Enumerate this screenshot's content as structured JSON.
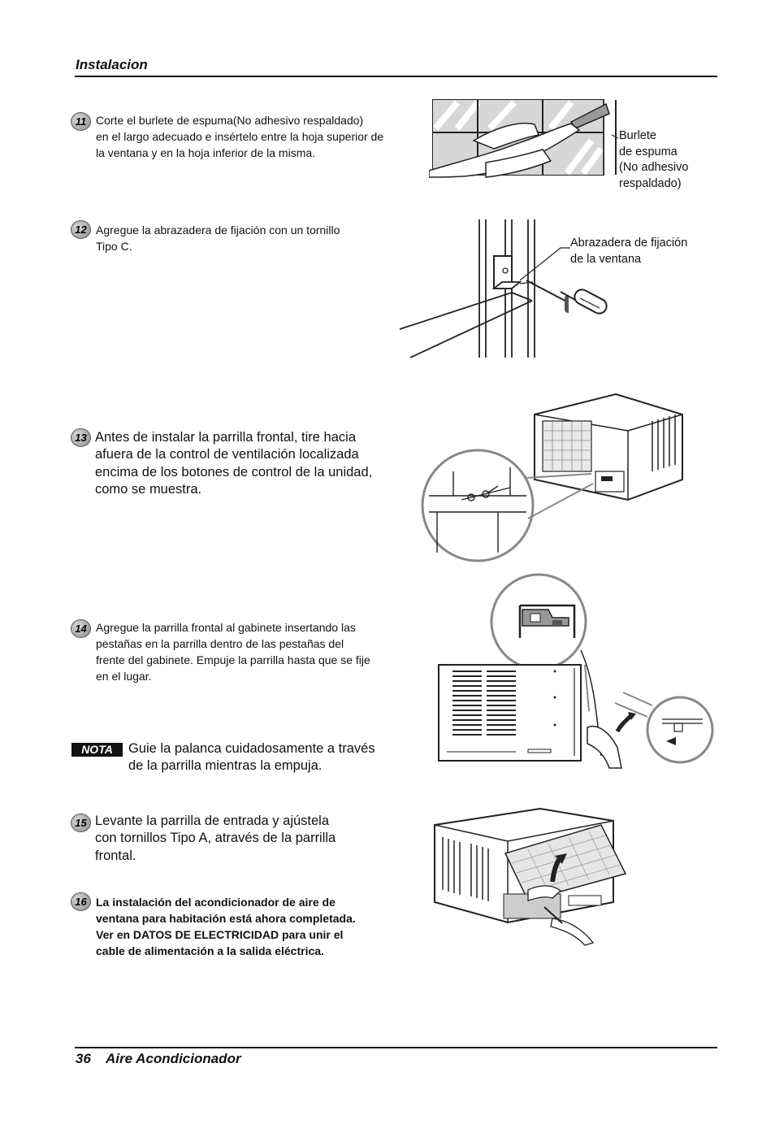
{
  "header": {
    "title": "Instalacion"
  },
  "footer": {
    "page_number": "36",
    "label": "Aire Acondicionador"
  },
  "steps": [
    {
      "number": "11",
      "text_lines": [
        "Corte el burlete de espuma(No adhesivo respaldado)",
        "en el largo adecuado e  insértelo entre la hoja superior de",
        "la ventana y en la hoja inferior de la misma."
      ]
    },
    {
      "number": "12",
      "text_lines": [
        "Agregue la abrazadera de fijación con un tornillo",
        "Tipo C."
      ]
    },
    {
      "number": "13",
      "text_lines": [
        "Antes de instalar la parrilla frontal, tire hacia",
        "afuera de la control de ventilación localizada",
        "encima de los botones de control de la unidad,",
        "como se muestra."
      ]
    },
    {
      "number": "14",
      "text_lines": [
        "Agregue la parrilla frontal al gabinete insertando las",
        "pestañas en la parrilla dentro de las pestañas del",
        "frente del gabinete. Empuje la parrilla hasta que se fije",
        "en el lugar."
      ]
    },
    {
      "number": "15",
      "text_lines": [
        "Levante la parrilla de entrada y ajústela",
        "con tornillos Tipo A, através de la parrilla",
        "frontal."
      ]
    },
    {
      "number": "16",
      "text_lines": [
        "La instalación del acondicionador de aire de",
        "ventana para habitación está  ahora completada.",
        "Ver en DATOS DE ELECTRICIDAD para unir el",
        "cable de alimentación a la salida eléctrica."
      ]
    }
  ],
  "note": {
    "label": "NOTA",
    "text_lines": [
      "Guie la palanca cuidadosamente a través",
      "de la parrilla mientras la empuja."
    ]
  },
  "callouts": {
    "foam": [
      "Burlete",
      "de espuma",
      "(No adhesivo",
      "respaldado)"
    ],
    "bracket": [
      "Abrazadera de fijación",
      "de la ventana"
    ]
  }
}
